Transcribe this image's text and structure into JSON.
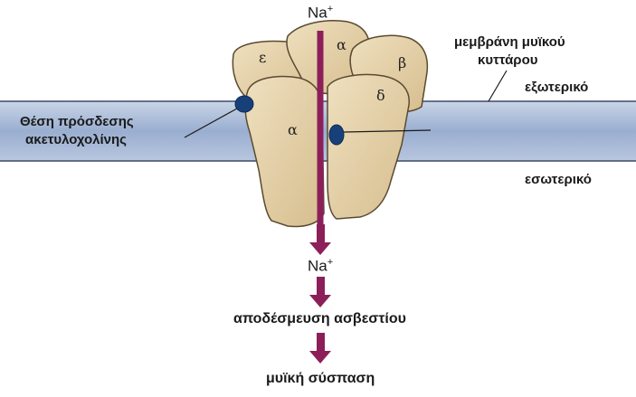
{
  "ion_top": "Na",
  "ion_top_charge": "+",
  "ion_mid": "Na",
  "ion_mid_charge": "+",
  "membrane_label_line1": "μεμβράνη μυϊκού",
  "membrane_label_line2": "κυττάρου",
  "outside_label": "εξωτερικό",
  "inside_label": "εσωτερικό",
  "binding_site_line1": "Θέση πρόσδεσης",
  "binding_site_line2": "ακετυλοχολίνης",
  "subunits": {
    "epsilon": "ε",
    "alpha_back": "α",
    "beta": "β",
    "delta": "δ",
    "alpha_front": "α"
  },
  "step_calcium": "αποδέσμευση ασβεστίου",
  "step_contraction": "μυϊκή σύσπαση",
  "colors": {
    "membrane_band": "#9aaed0",
    "membrane_edge": "#3c4a6a",
    "subunit_fill": "#e3cfa6",
    "subunit_stroke": "#5a4a30",
    "channel": "#8c1f5a",
    "binding_site": "#17407a"
  }
}
